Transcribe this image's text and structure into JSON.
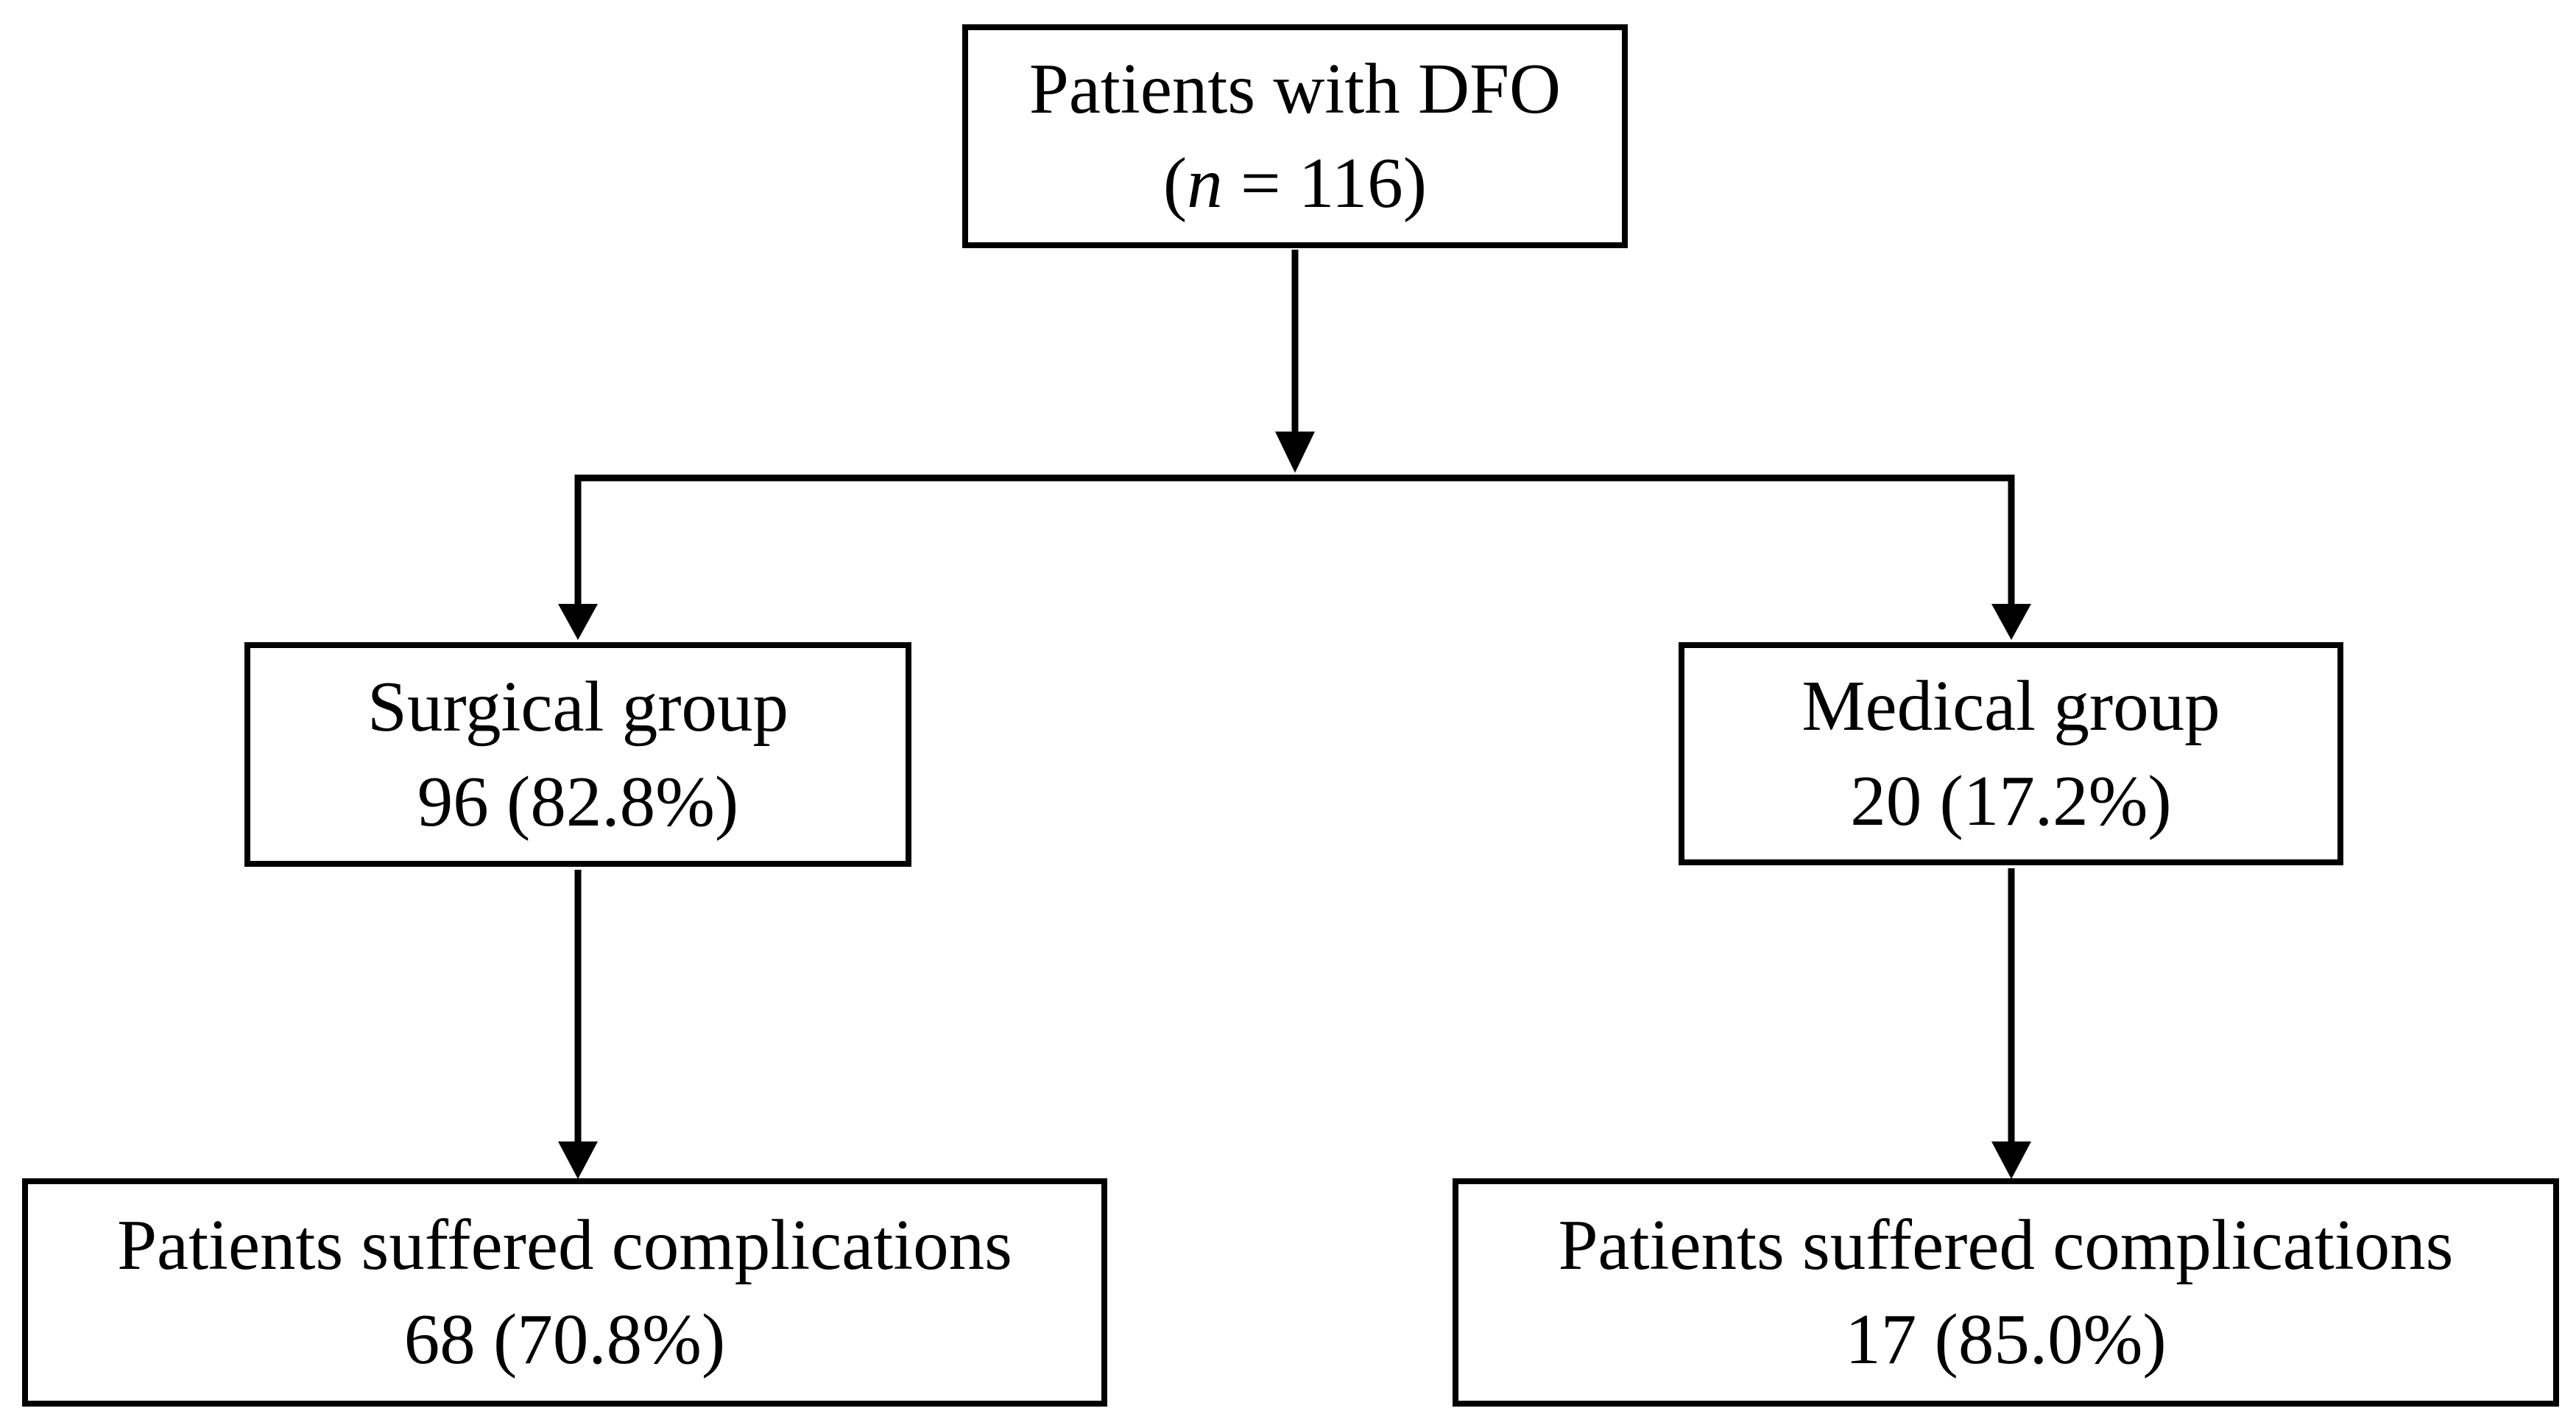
{
  "figure": {
    "type": "patient-flow-diagram",
    "colors": {
      "background": "#ffffff",
      "line": "#000000",
      "text": "#000000"
    },
    "nodes": {
      "root": {
        "line1": "Patients with DFO",
        "count_pre": "(",
        "count_var": "n",
        "count_post": " = 116)"
      },
      "surgical": {
        "line1": "Surgical group",
        "line2": "96 (82.8%)"
      },
      "medical": {
        "line1": "Medical group",
        "line2": "20 (17.2%)"
      },
      "surgical_complications": {
        "line1": "Patients suffered complications",
        "line2": "68 (70.8%)"
      },
      "medical_complications": {
        "line1": "Patients suffered complications",
        "line2": "17 (85.0%)"
      }
    },
    "edges": [
      {
        "from": "root",
        "to": "surgical"
      },
      {
        "from": "root",
        "to": "medical"
      },
      {
        "from": "surgical",
        "to": "surgical_complications"
      },
      {
        "from": "medical",
        "to": "medical_complications"
      }
    ]
  }
}
